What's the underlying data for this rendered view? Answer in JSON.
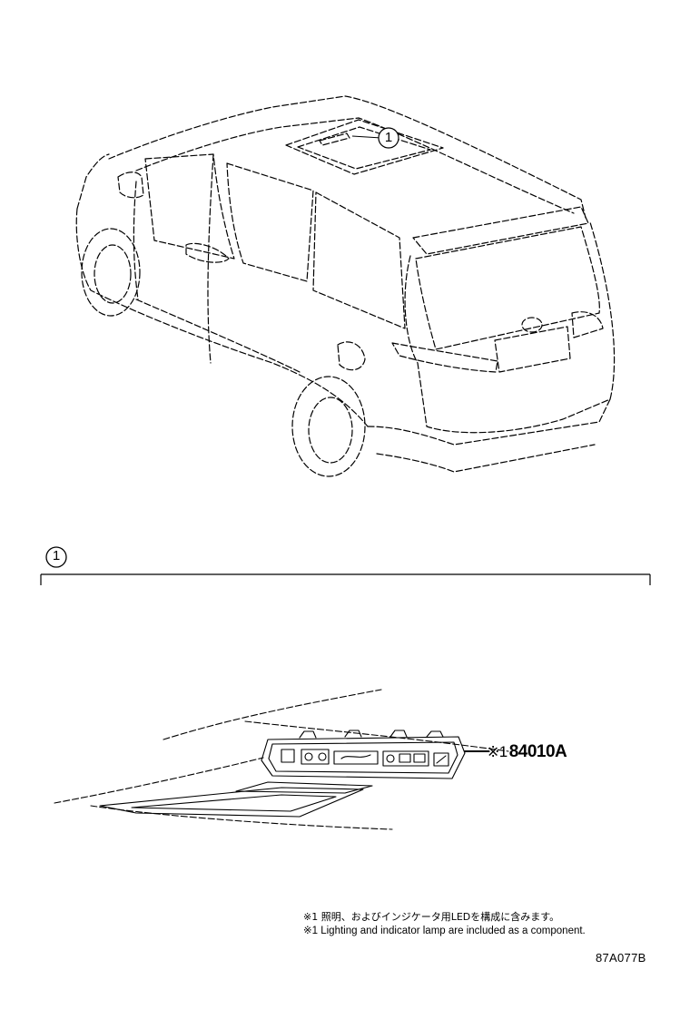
{
  "overview": {
    "callout_number": "1"
  },
  "detail": {
    "section_number": "1",
    "part": {
      "mark": "※1",
      "number": "84010A"
    }
  },
  "notes": {
    "japanese": "※1 照明、およびインジケータ用LEDを構成に含みます。",
    "english": "※1 Lighting and indicator lamp are included as a component."
  },
  "diagram_code": "87A077B"
}
